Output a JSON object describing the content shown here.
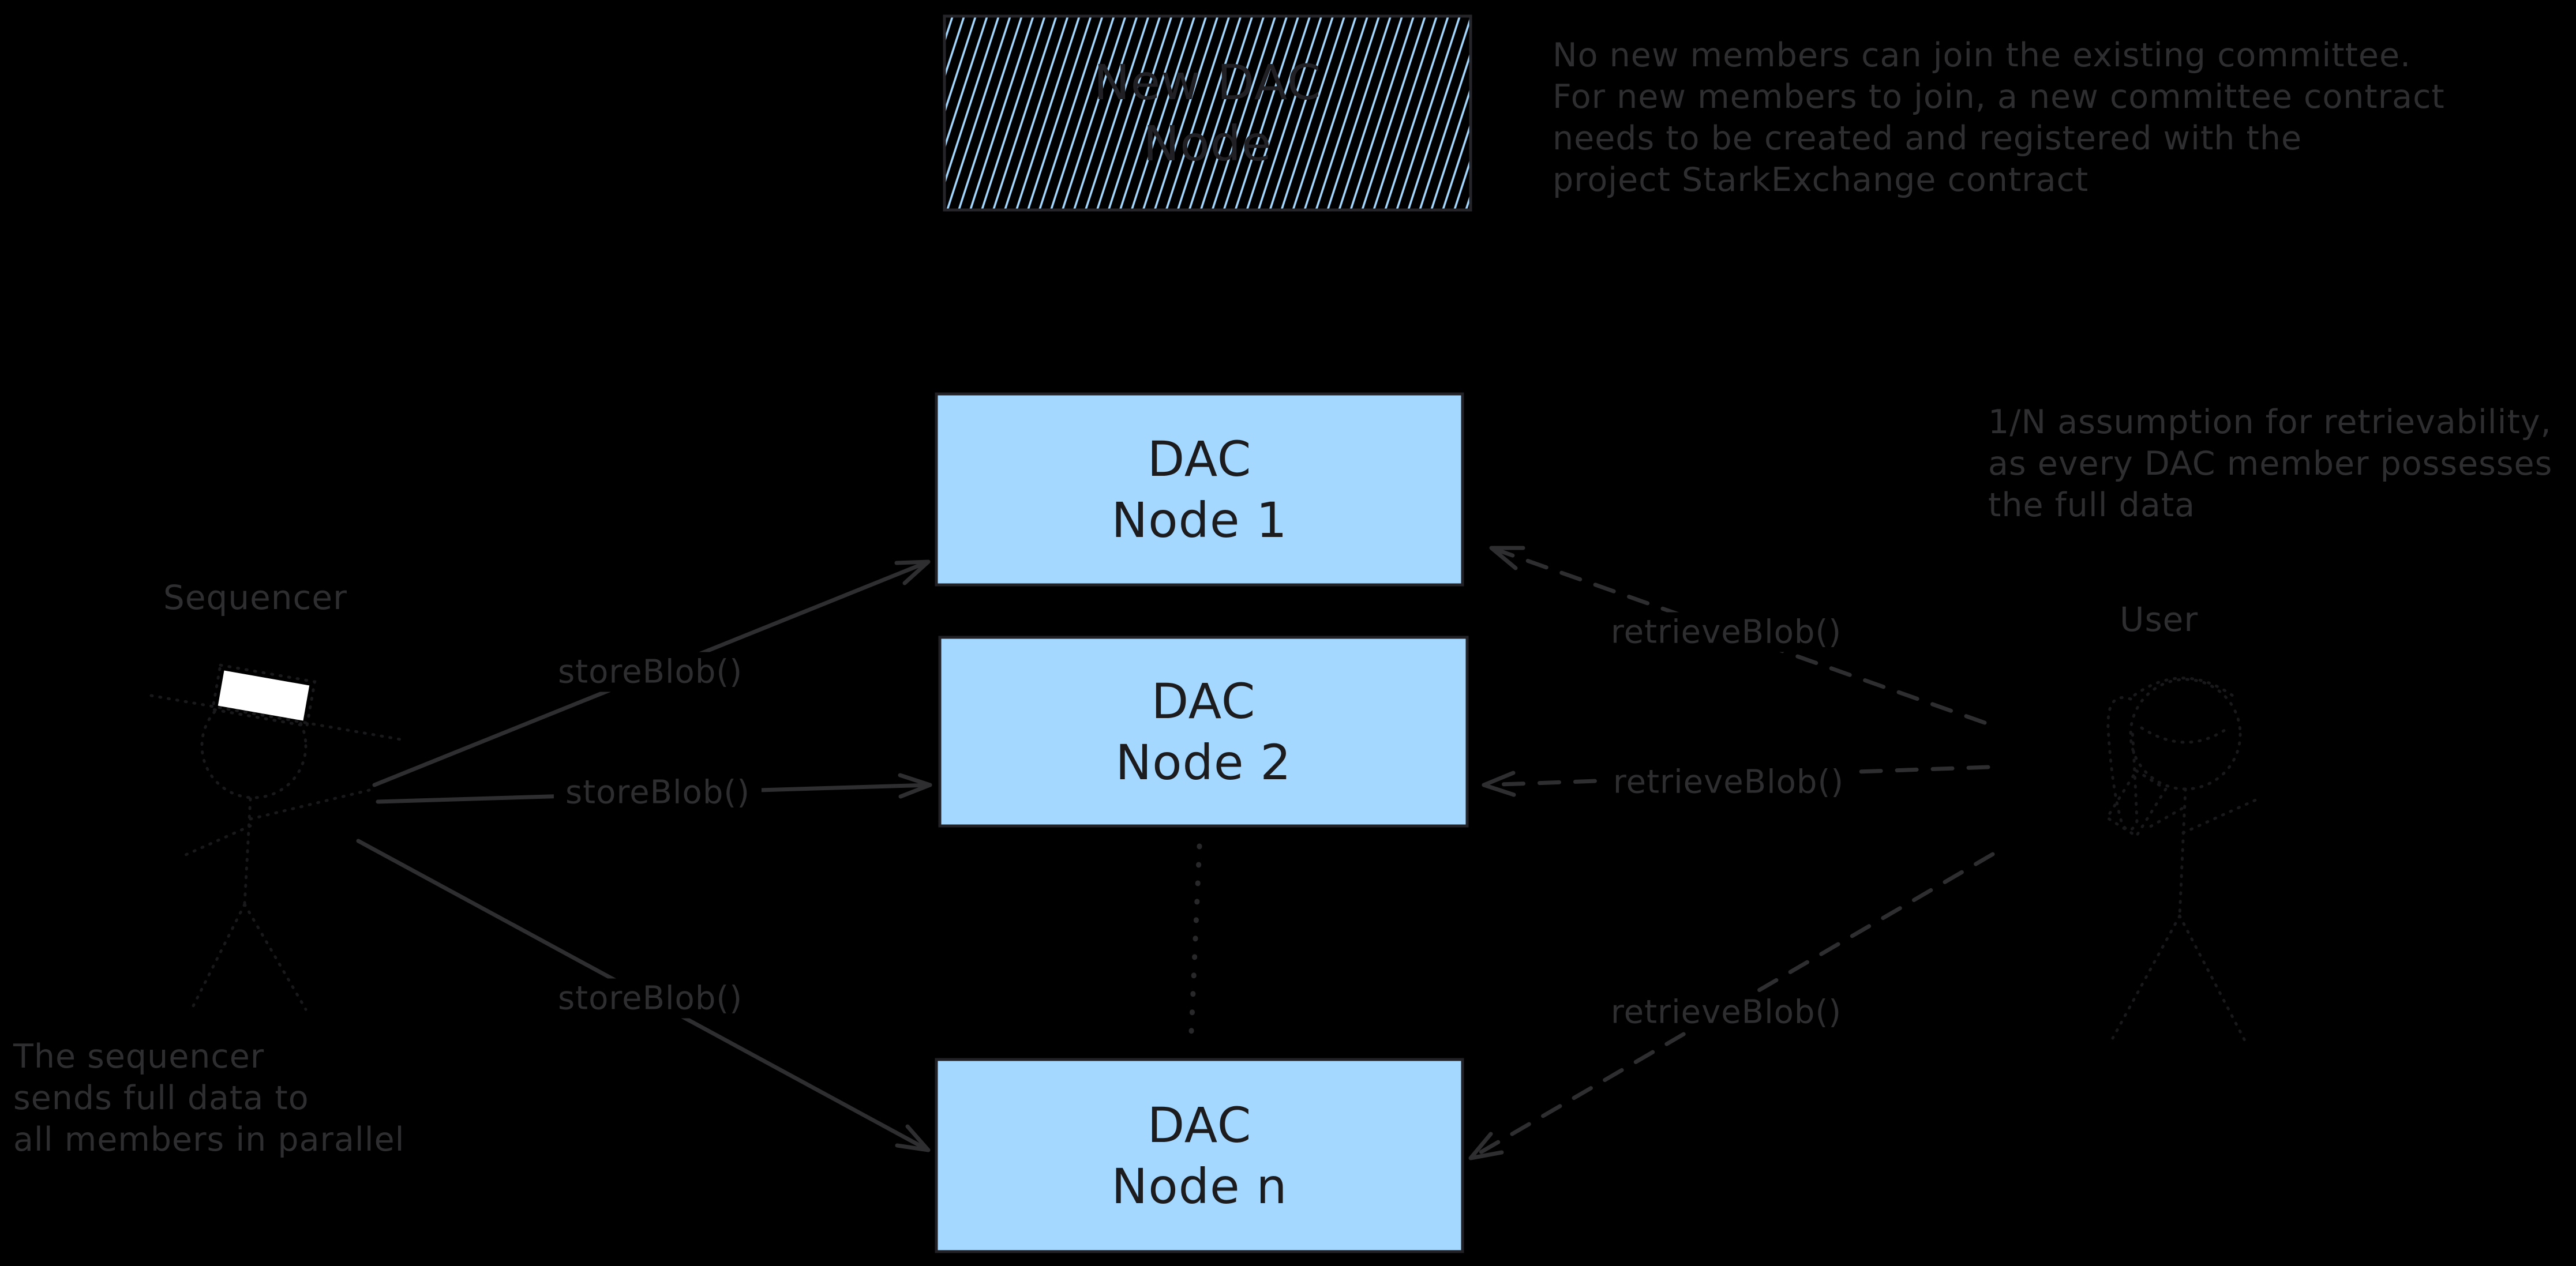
{
  "colors": {
    "background": "#000000",
    "node_fill": "#a5d8ff",
    "node_border": "#222226",
    "node_text": "#1c1c1f",
    "hatch_stripe": "#a5d8ff",
    "annotation_gray": "#2e2e31",
    "figure_stroke": "#19191c",
    "hat_fill": "#ffffff"
  },
  "boxes": {
    "new_dac": {
      "line1": "New DAC",
      "line2": "Node"
    },
    "node1": {
      "line1": "DAC",
      "line2": "Node 1"
    },
    "node2": {
      "line1": "DAC",
      "line2": "Node 2"
    },
    "noden": {
      "line1": "DAC",
      "line2": "Node n"
    }
  },
  "actors": {
    "sequencer": {
      "label": "Sequencer"
    },
    "user": {
      "label": "User"
    }
  },
  "edges": {
    "store": [
      {
        "label": "storeBlob()"
      },
      {
        "label": "storeBlob()"
      },
      {
        "label": "storeBlob()"
      }
    ],
    "retrieve": [
      {
        "label": "retrieveBlob()"
      },
      {
        "label": "retrieveBlob()"
      },
      {
        "label": "retrieveBlob()"
      }
    ]
  },
  "notes": {
    "committee": {
      "lines": [
        "No new members can join the existing committee.",
        "For new members to join, a new committee contract",
        "needs to be created and registered with the",
        "project StarkExchange contract"
      ]
    },
    "assumption": {
      "lines": [
        "1/N assumption for retrievability,",
        "as every DAC member possesses",
        "the full data"
      ]
    },
    "sequencer_note": {
      "lines": [
        "The sequencer",
        "sends full data to",
        "all members in parallel"
      ]
    }
  }
}
